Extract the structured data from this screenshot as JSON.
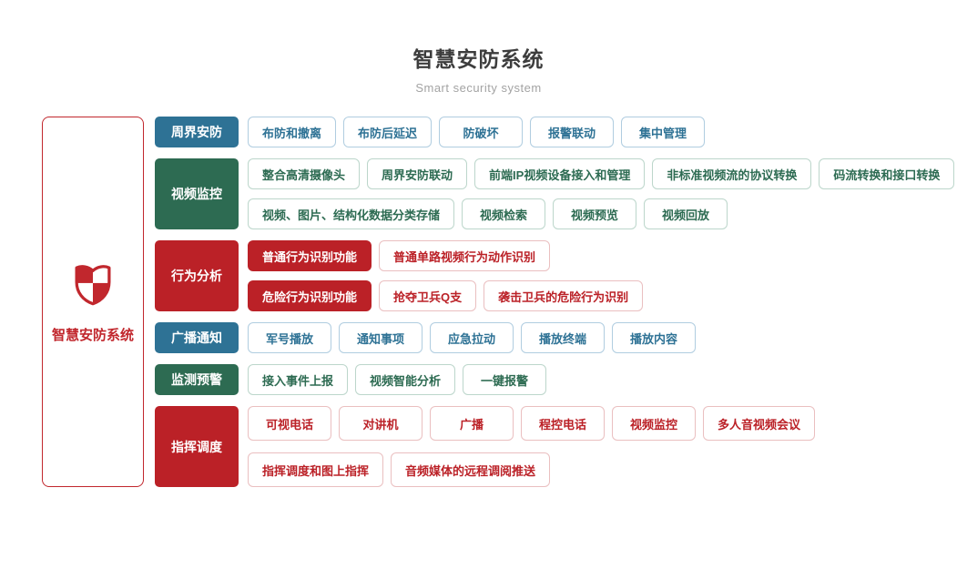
{
  "header": {
    "title": "智慧安防系统",
    "subtitle": "Smart security system"
  },
  "root": {
    "label": "智慧安防系统",
    "icon": "shield-icon"
  },
  "colors": {
    "blue": {
      "fill": "#2e7295",
      "border": "#b0cde0",
      "accent": "#2e7295"
    },
    "green": {
      "fill": "#2d6b52",
      "border": "#bcd6cb",
      "accent": "#2d6b52"
    },
    "red": {
      "fill": "#bb2127",
      "border": "#eabfc0",
      "accent": "#bb2127"
    }
  },
  "rows": [
    {
      "id": "perimeter-security",
      "label": "周界安防",
      "theme": "blue",
      "tall": false,
      "lines": [
        [
          {
            "label": "布防和撤离"
          },
          {
            "label": "布防后延迟"
          },
          {
            "label": "防破坏"
          },
          {
            "label": "报警联动"
          },
          {
            "label": "集中管理"
          }
        ]
      ]
    },
    {
      "id": "video-surveillance",
      "label": "视频监控",
      "theme": "green",
      "tall": false,
      "lines": [
        [
          {
            "label": "整合高清摄像头"
          },
          {
            "label": "周界安防联动"
          },
          {
            "label": "前端IP视频设备接入和管理"
          },
          {
            "label": "非标准视频流的协议转换"
          },
          {
            "label": "码流转换和接口转换"
          }
        ],
        [
          {
            "label": "视频、图片、结构化数据分类存储"
          },
          {
            "label": "视频检索"
          },
          {
            "label": "视频预览"
          },
          {
            "label": "视频回放"
          }
        ]
      ]
    },
    {
      "id": "behavior-analysis",
      "label": "行为分析",
      "theme": "red",
      "tall": false,
      "lines": [
        [
          {
            "label": "普通行为识别功能",
            "filled": true
          },
          {
            "label": "普通单路视频行为动作识别"
          }
        ],
        [
          {
            "label": "危险行为识别功能",
            "filled": true
          },
          {
            "label": "抢夺卫兵Q支"
          },
          {
            "label": "袭击卫兵的危险行为识别"
          }
        ]
      ]
    },
    {
      "id": "broadcast-notice",
      "label": "广播通知",
      "theme": "blue",
      "tall": false,
      "lines": [
        [
          {
            "label": "军号播放"
          },
          {
            "label": "通知事项"
          },
          {
            "label": "应急拉动"
          },
          {
            "label": "播放终端"
          },
          {
            "label": "播放内容"
          }
        ]
      ]
    },
    {
      "id": "monitoring-warning",
      "label": "监测预警",
      "theme": "green",
      "tall": false,
      "lines": [
        [
          {
            "label": "接入事件上报"
          },
          {
            "label": "视频智能分析"
          },
          {
            "label": "一键报警"
          }
        ]
      ]
    },
    {
      "id": "command-dispatch",
      "label": "指挥调度",
      "theme": "red",
      "tall": true,
      "lines": [
        [
          {
            "label": "可视电话"
          },
          {
            "label": "对讲机"
          },
          {
            "label": "广播"
          },
          {
            "label": "程控电话"
          },
          {
            "label": "视频监控"
          },
          {
            "label": "多人音视频会议"
          }
        ],
        [
          {
            "label": "指挥调度和图上指挥"
          },
          {
            "label": "音频媒体的远程调阅推送"
          }
        ]
      ]
    }
  ]
}
